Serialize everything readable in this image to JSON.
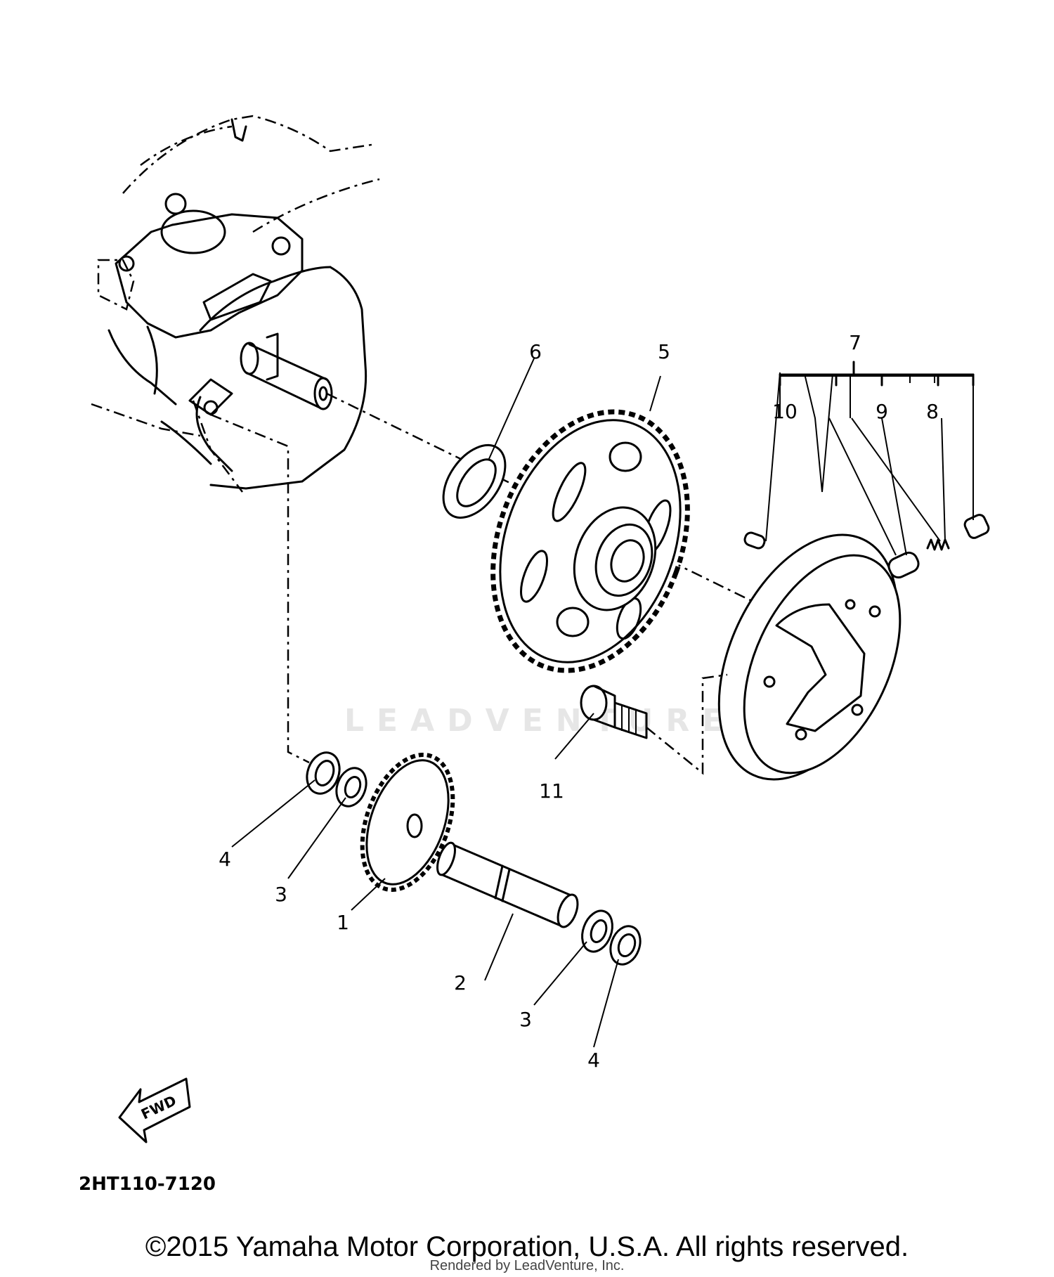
{
  "watermark": "LEADVENTURE",
  "diagram_code": "2HT110-7120",
  "fwd_label": "FWD",
  "callouts": {
    "c1": "1",
    "c2": "2",
    "c3a": "3",
    "c3b": "3",
    "c4a": "4",
    "c4b": "4",
    "c5": "5",
    "c6": "6",
    "c7": "7",
    "c8": "8",
    "c9": "9",
    "c10": "10",
    "c11": "11"
  },
  "copyright": "©2015 Yamaha Motor Corporation, U.S.A. All rights reserved.",
  "rendered_by": "Rendered by LeadVenture, Inc."
}
